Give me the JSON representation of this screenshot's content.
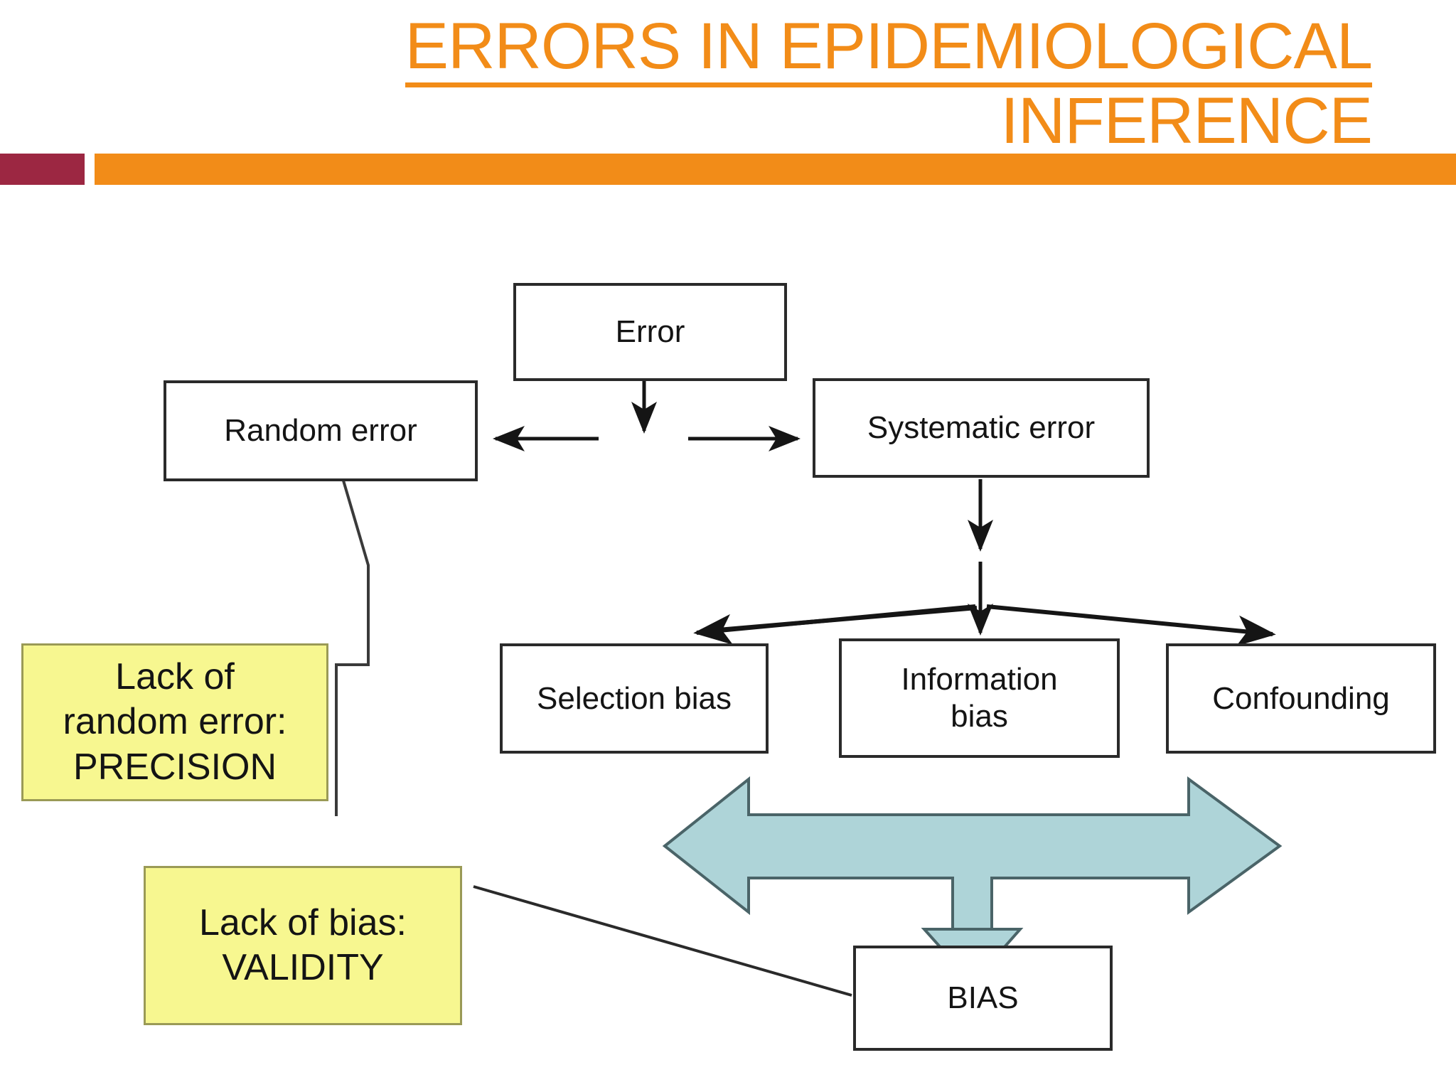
{
  "slide": {
    "title_line_1": "ERRORS IN EPIDEMIOLOGICAL",
    "title_line_2": "INFERENCE",
    "title_color": "#F28C18",
    "accent_bar_left_color": "#9C2742",
    "accent_bar_right_color": "#F28C18",
    "background_color": "#FFFFFF"
  },
  "diagram": {
    "type": "flowchart",
    "node_fill": "#FFFFFF",
    "node_border": "#2A2A2A",
    "highlight_fill": "#F7F790",
    "highlight_border": "#9A9A56",
    "big_arrow_fill": "#AED4D8",
    "big_arrow_stroke": "#4A6468",
    "nodes": {
      "error": "Error",
      "random_error": "Random error",
      "systematic_error": "Systematic error",
      "selection_bias": "Selection bias",
      "information_bias_line1": "Information",
      "information_bias_line2": "bias",
      "confounding": "Confounding",
      "bias": "BIAS"
    },
    "callouts": {
      "precision_line1": "Lack of",
      "precision_line2": "random error:",
      "precision_line3": "PRECISION",
      "validity_line1": "Lack of bias:",
      "validity_line2": "VALIDITY"
    },
    "edges": [
      {
        "from": "error",
        "to": "random_error",
        "style": "arrow-left"
      },
      {
        "from": "error",
        "to": "systematic_error",
        "style": "arrow-right"
      },
      {
        "from": "error",
        "to": "down",
        "style": "arrow-down"
      },
      {
        "from": "systematic_error",
        "to": "selection_bias",
        "style": "arrow-diagonal-left"
      },
      {
        "from": "systematic_error",
        "to": "information_bias",
        "style": "arrow-down"
      },
      {
        "from": "systematic_error",
        "to": "confounding",
        "style": "arrow-diagonal-right"
      },
      {
        "from": "random_error",
        "to": "precision_callout",
        "style": "elbow-line"
      },
      {
        "from": "validity_callout",
        "to": "bias",
        "style": "plain-line"
      }
    ]
  }
}
